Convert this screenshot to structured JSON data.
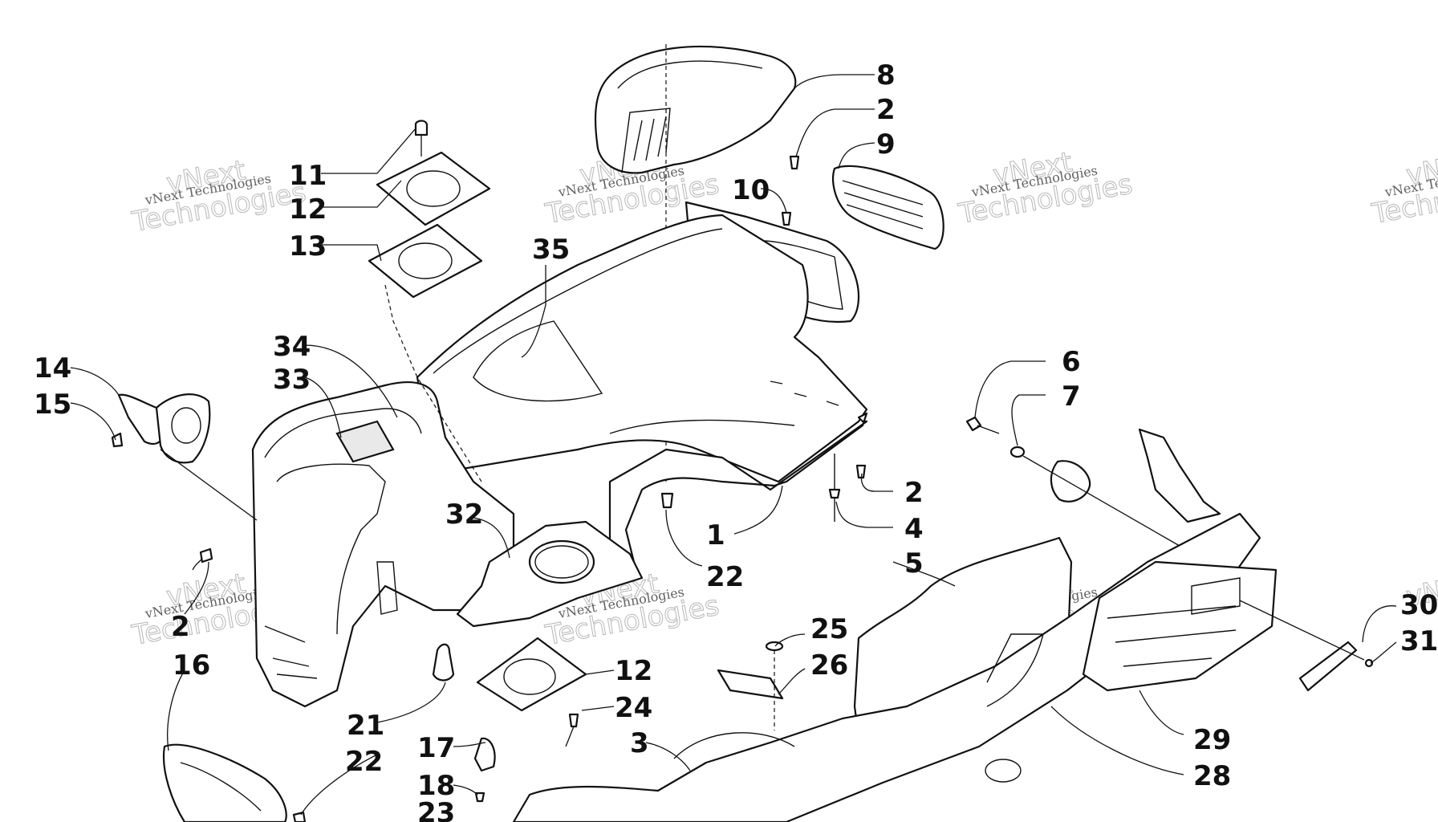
{
  "callouts": [
    {
      "id": "c8",
      "text": "8"
    },
    {
      "id": "c2a",
      "text": "2"
    },
    {
      "id": "c9",
      "text": "9"
    },
    {
      "id": "c10",
      "text": "10"
    },
    {
      "id": "c11",
      "text": "11"
    },
    {
      "id": "c12a",
      "text": "12"
    },
    {
      "id": "c13",
      "text": "13"
    },
    {
      "id": "c35",
      "text": "35"
    },
    {
      "id": "c34",
      "text": "34"
    },
    {
      "id": "c33",
      "text": "33"
    },
    {
      "id": "c14",
      "text": "14"
    },
    {
      "id": "c15",
      "text": "15"
    },
    {
      "id": "c6",
      "text": "6"
    },
    {
      "id": "c7",
      "text": "7"
    },
    {
      "id": "c2b",
      "text": "2"
    },
    {
      "id": "c4",
      "text": "4"
    },
    {
      "id": "c5",
      "text": "5"
    },
    {
      "id": "c1",
      "text": "1"
    },
    {
      "id": "c22a",
      "text": "22"
    },
    {
      "id": "c32",
      "text": "32"
    },
    {
      "id": "c2c",
      "text": "2"
    },
    {
      "id": "c16",
      "text": "16"
    },
    {
      "id": "c25",
      "text": "25"
    },
    {
      "id": "c26",
      "text": "26"
    },
    {
      "id": "c30",
      "text": "30"
    },
    {
      "id": "c31",
      "text": "31"
    },
    {
      "id": "c12b",
      "text": "12"
    },
    {
      "id": "c24",
      "text": "24"
    },
    {
      "id": "c21",
      "text": "21"
    },
    {
      "id": "c3",
      "text": "3"
    },
    {
      "id": "c29",
      "text": "29"
    },
    {
      "id": "c28",
      "text": "28"
    },
    {
      "id": "c17",
      "text": "17"
    },
    {
      "id": "c22b",
      "text": "22"
    },
    {
      "id": "c18",
      "text": "18"
    },
    {
      "id": "c23",
      "text": "23"
    }
  ],
  "watermark": {
    "line1": "vNext Technologies",
    "line2": "vNext",
    "line3": "Technologies"
  }
}
